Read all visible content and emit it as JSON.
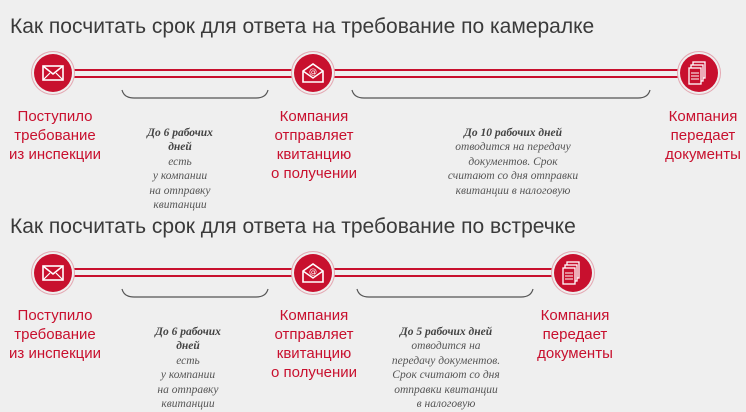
{
  "diagram1": {
    "title": "Как посчитать срок для ответа на требование по камералке",
    "steps": [
      {
        "label": "Поступило\nтребование\nиз инспекции",
        "icon": "envelope-icon"
      },
      {
        "label": "Компания\nотправляет\nквитанцию\nо получении",
        "icon": "email-envelope-icon"
      },
      {
        "label": "Компания\nпередает\nдокументы",
        "icon": "documents-icon"
      }
    ],
    "notes": [
      {
        "bold": "До 6 рабочих\nдней",
        "text": "есть\nу компании\nна отправку\nквитанции"
      },
      {
        "bold": "До 10 рабочих дней",
        "text": "отводится на передачу\nдокументов. Срок\nсчитают со дня отправки\nквитанции в налоговую"
      }
    ]
  },
  "diagram2": {
    "title": "Как посчитать срок для ответа на требование по встречке",
    "steps": [
      {
        "label": "Поступило\nтребование\nиз инспекции",
        "icon": "envelope-icon"
      },
      {
        "label": "Компания\nотправляет\nквитанцию\nо получении",
        "icon": "email-envelope-icon"
      },
      {
        "label": "Компания\nпередает\nдокументы",
        "icon": "documents-icon"
      }
    ],
    "notes": [
      {
        "bold": "До 6 рабочих\nдней",
        "text": "есть\nу компании\nна отправку\nквитанции"
      },
      {
        "bold": "До 5 рабочих дней",
        "text": "отводится на\nпередачу документов.\nСрок считают со дня\nотправки квитанции\nв налоговую"
      }
    ]
  },
  "colors": {
    "accent": "#c8102e",
    "background": "#efefef",
    "text": "#3a3a3a"
  }
}
